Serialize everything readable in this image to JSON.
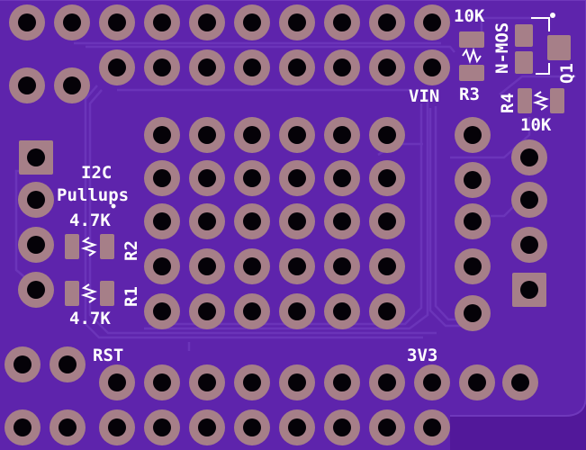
{
  "board": {
    "colors": {
      "substrate": "#52189a",
      "copper_fill": "#5f25ad",
      "trace": "#6a32b8",
      "pad": "#a67f88",
      "drill": "#050208",
      "silkscreen": "#ffffff"
    }
  },
  "labels": {
    "r3_value": "10K",
    "q1_type": "N-MOS",
    "r3_ref": "R3",
    "q1_ref": "Q1",
    "vin": "VIN",
    "r4_ref": "R4",
    "r4_value": "10K",
    "i2c": "I2C",
    "pullups": "Pullups",
    "r2_value": "4.7K",
    "r2_ref": "R2",
    "r1_ref": "R1",
    "r1_value": "4.7K",
    "rst": "RST",
    "v33": "3V3"
  }
}
